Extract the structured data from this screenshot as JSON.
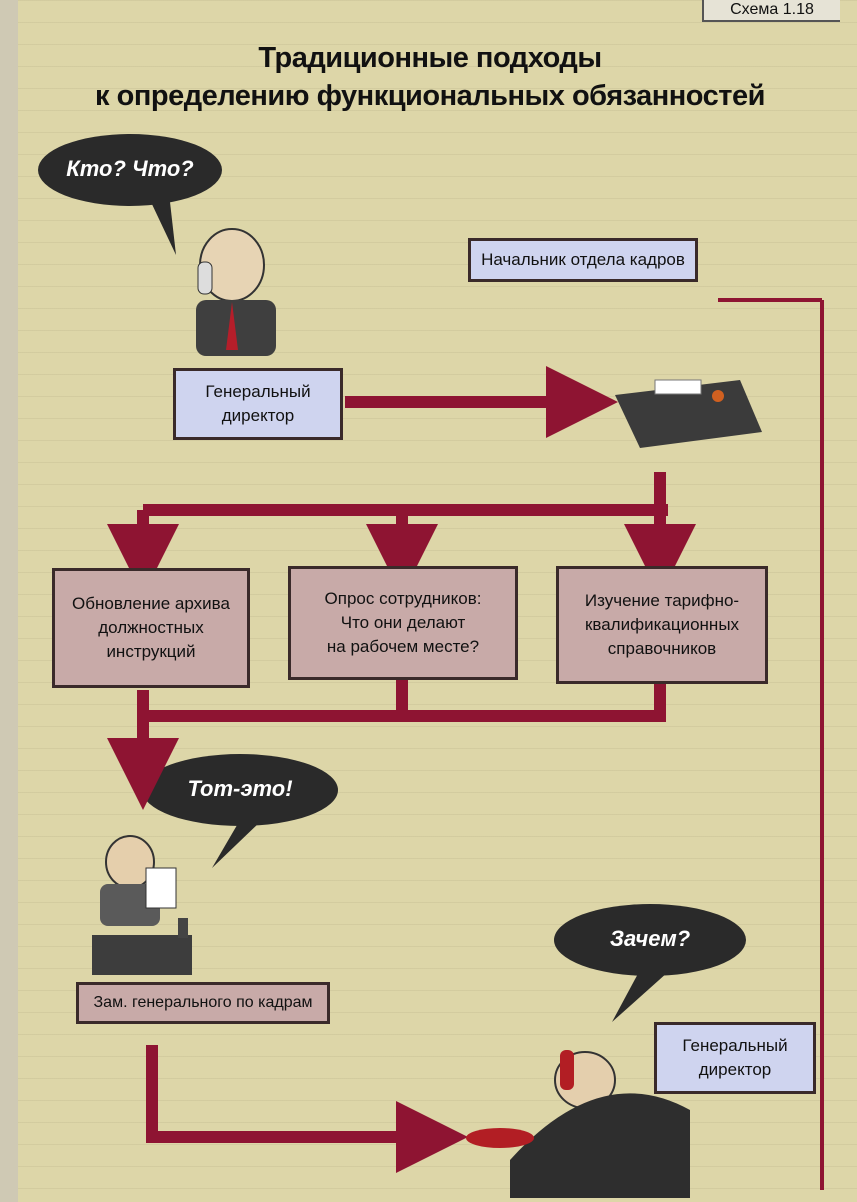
{
  "scheme_label": "Схема 1.18",
  "title": {
    "line1": "Традиционные подходы",
    "line2": "к определению функциональных обязанностей"
  },
  "bubbles": {
    "who_what": "Кто? Что?",
    "that_is_it": "Тот-это!",
    "why": "Зачем?"
  },
  "boxes": {
    "hr_head": "Начальник отдела кадров",
    "gen_director_top": [
      "Генеральный",
      "директор"
    ],
    "archive_update": [
      "Обновление архива",
      "должностных",
      "инструкций"
    ],
    "survey": [
      "Опрос сотрудников:",
      "Что они делают",
      "на рабочем месте?"
    ],
    "tariff_study": [
      "Изучение тарифно-",
      "квалификационных",
      "справочников"
    ],
    "deputy_hr": "Зам. генерального по кадрам",
    "gen_director_bottom": [
      "Генеральный",
      "директор"
    ]
  },
  "colors": {
    "arrow": "#8e1432",
    "box_blue": "#cfd4ef",
    "box_pink": "#c8aaa8",
    "bubble": "#2a2a2a",
    "page": "#ddd6a8"
  }
}
